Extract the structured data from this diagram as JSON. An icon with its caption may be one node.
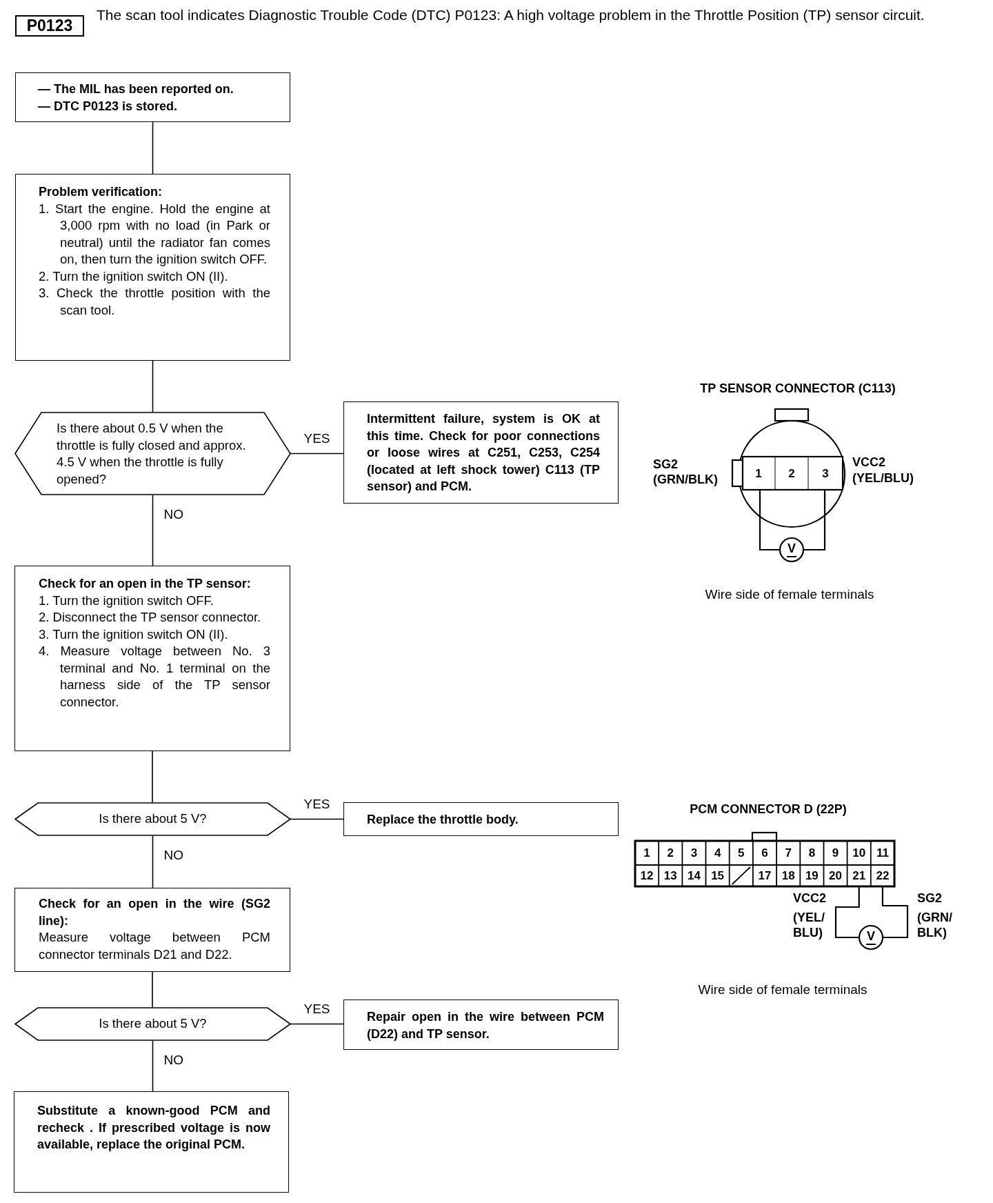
{
  "diagram": {
    "title": "The scan tool indicates Diagnostic Trouble Code (DTC) P0123: A high voltage problem in the Throttle Position (TP) sensor circuit.",
    "nodes": [
      {
        "text": [
          "P0123"
        ]
      },
      {
        "text": [
          "— The MIL has been reported on.",
          "— DTC P0123 is stored."
        ]
      },
      {
        "text": [
          "Problem verification:",
          "1. Start the engine. Hold the engine at 3,000 rpm with no load (in Park or neutral) until the radiator fan comes on, then turn the ignition switch OFF.",
          "2. Turn the ignition switch ON (II).",
          "3. Check the throttle position with the scan tool."
        ]
      },
      {
        "text": [
          "Is there about 0.5 V when the throttle is fully closed and approx. 4.5 V when the throttle is fully opened?"
        ]
      },
      {
        "text": [
          "Intermittent failure, system is OK at this time. Check for poor connections or loose wires at C251, C253, C254 (located at left shock tower) C113 (TP sensor) and PCM."
        ]
      },
      {
        "text": [
          "Check for an open in the TP sensor:",
          "1. Turn the ignition switch OFF.",
          "2. Disconnect the TP sensor connector.",
          "3. Turn the ignition switch ON (II).",
          "4. Measure voltage between No. 3 terminal and No. 1 terminal on the harness side of the TP sensor connector."
        ]
      },
      {
        "text": [
          "Is there about 5 V?"
        ]
      },
      {
        "text": [
          "Replace the throttle body."
        ]
      },
      {
        "text": [
          "Check for an open in the wire (SG2 line):",
          "Measure voltage between PCM connector terminals D21 and D22."
        ]
      },
      {
        "text": [
          "Is there about 5 V?"
        ]
      },
      {
        "text": [
          "Repair open in the wire between PCM (D22) and TP sensor."
        ]
      },
      {
        "text": [
          "Substitute a known-good PCM and recheck . If prescribed voltage is now available, replace the original PCM."
        ]
      }
    ],
    "edges": [
      {
        "from": 1,
        "to": 2,
        "arrow": "none"
      },
      {
        "from": 2,
        "to": 3,
        "arrow": "none"
      },
      {
        "from": 3,
        "to": 4,
        "arrow": "none",
        "label": "YES"
      },
      {
        "from": 3,
        "to": 5,
        "arrow": "none",
        "label": "NO"
      },
      {
        "from": 5,
        "to": 6,
        "arrow": "none"
      },
      {
        "from": 6,
        "to": 7,
        "arrow": "none",
        "label": "YES"
      },
      {
        "from": 6,
        "to": 8,
        "arrow": "none",
        "label": "NO"
      },
      {
        "from": 8,
        "to": 9,
        "arrow": "none"
      },
      {
        "from": 9,
        "to": 10,
        "arrow": "none",
        "label": "YES"
      },
      {
        "from": 9,
        "to": 11,
        "arrow": "none",
        "label": "NO"
      }
    ],
    "labels": [
      "TP SENSOR CONNECTOR (C113)",
      "SG2",
      "(GRN/BLK)",
      "1",
      "2",
      "3",
      "VCC2",
      "(YEL/BLU)",
      "V",
      "Wire side of female terminals",
      "PCM CONNECTOR D (22P)",
      "1",
      "2",
      "3",
      "4",
      "5",
      "6",
      "7",
      "8",
      "9",
      "10",
      "11",
      "12",
      "13",
      "14",
      "15",
      "17",
      "18",
      "19",
      "20",
      "21",
      "22",
      "VCC2",
      "(YEL/ BLU)",
      "SG2",
      "(GRN/ BLK)",
      "V",
      "Wire side of female terminals"
    ]
  }
}
